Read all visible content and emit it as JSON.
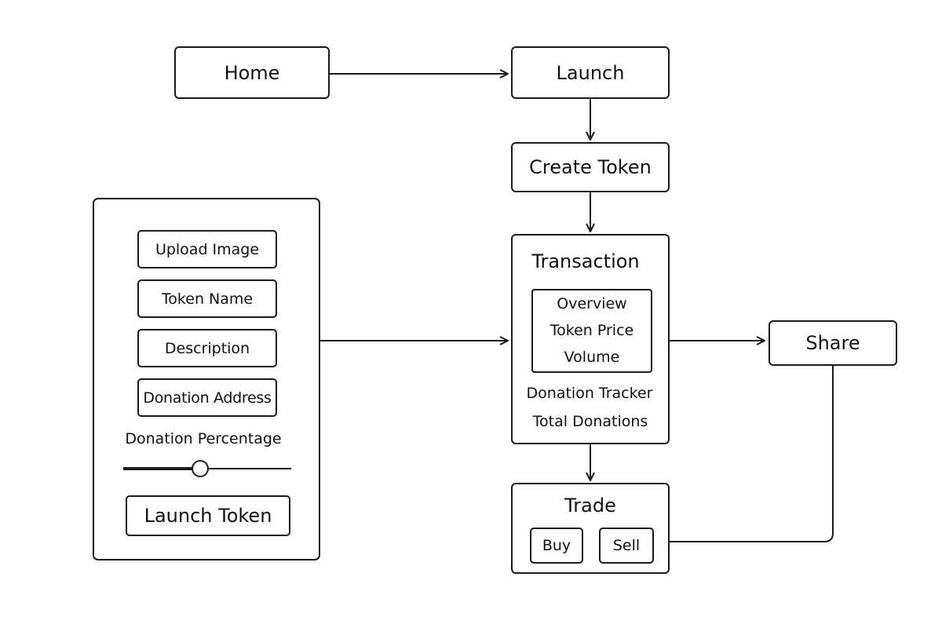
{
  "nodes": {
    "home": "Home",
    "launch": "Launch",
    "create_token": "Create Token",
    "transaction": {
      "title": "Transaction",
      "overview_lines": [
        "Overview",
        "Token Price",
        "Volume"
      ],
      "donation_tracker": "Donation Tracker",
      "total_donations": "Total Donations"
    },
    "share": "Share",
    "trade": {
      "title": "Trade",
      "buy": "Buy",
      "sell": "Sell"
    }
  },
  "form": {
    "upload_image": "Upload Image",
    "token_name": "Token Name",
    "description": "Description",
    "donation_address": "Donation Address",
    "donation_percentage_label": "Donation Percentage",
    "donation_percentage_value": 0.46,
    "launch_token": "Launch Token"
  }
}
